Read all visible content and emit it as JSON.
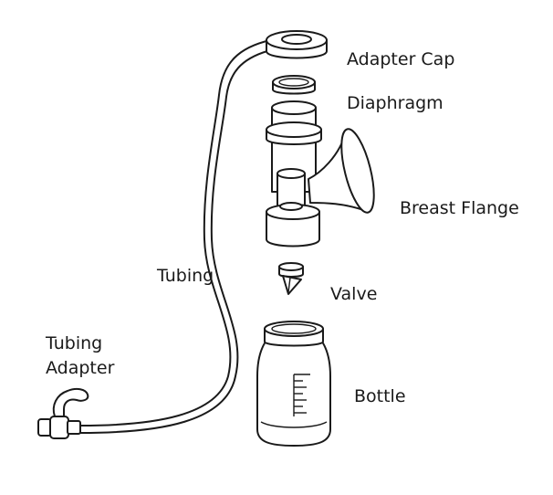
{
  "labels": {
    "adapter_cap": "Adapter Cap",
    "diaphragm": "Diaphragm",
    "breast_flange": "Breast Flange",
    "tubing": "Tubing",
    "valve": "Valve",
    "tubing_adapter_line1": "Tubing",
    "tubing_adapter_line2": "Adapter",
    "bottle": "Bottle"
  }
}
